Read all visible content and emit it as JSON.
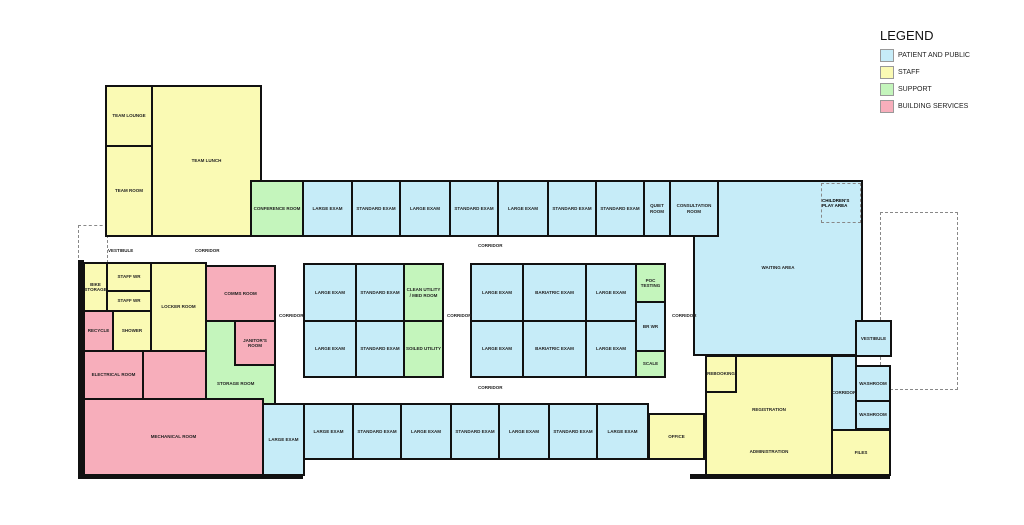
{
  "legend": {
    "title": "LEGEND",
    "items": [
      {
        "label": "PATIENT AND PUBLIC",
        "color": "#c6ecf8"
      },
      {
        "label": "STAFF",
        "color": "#fafab4"
      },
      {
        "label": "SUPPORT",
        "color": "#c4f5bc"
      },
      {
        "label": "BUILDING SERVICES",
        "color": "#f7aebb"
      }
    ]
  },
  "rooms": {
    "team_lounge": "TEAM LOUNGE",
    "team_room": "TEAM ROOM",
    "team_lunch": "TEAM LUNCH",
    "conference": "CONFERENCE ROOM",
    "t1": "LARGE EXAM",
    "t2": "STANDARD EXAM",
    "t3": "LARGE EXAM",
    "t4": "STANDARD EXAM",
    "t5": "LARGE EXAM",
    "t6": "STANDARD EXAM",
    "t7": "STANDARD EXAM",
    "quiet": "QUIET ROOM",
    "consult": "CONSULTATION ROOM",
    "waiting": "WAITING AREA",
    "play": "CHILDREN'S PLAY AREA",
    "vestibule_w": "VESTIBULE",
    "corridor_w": "CORRIDOR",
    "corridor_top": "CORRIDOR",
    "bike": "BIKE STORAGE",
    "staff_wr1": "STAFF WR",
    "staff_wr2": "STAFF WR",
    "locker": "LOCKER ROOM",
    "recycle": "RECYCLE",
    "shower": "SHOWER",
    "comms": "COMMS ROOM",
    "janitor": "JANITOR'S ROOM",
    "storage": "STORAGE ROOM",
    "electrical": "ELECTRICAL ROOM",
    "mechanical": "MECHANICAL ROOM",
    "m1": "LARGE EXAM",
    "m2": "STANDARD EXAM",
    "clean": "CLEAN UTILITY / MED ROOM",
    "m3": "LARGE EXAM",
    "m4": "STANDARD EXAM",
    "soiled": "SOILED UTILITY",
    "n1": "LARGE EXAM",
    "n2": "BARIATRIC EXAM",
    "n3": "LARGE EXAM",
    "n4": "LARGE EXAM",
    "n5": "BARIATRIC EXAM",
    "n6": "LARGE EXAM",
    "poc": "POC TESTING",
    "brwr": "BR WR",
    "scale": "SCALE",
    "corr_a": "CORRIDOR",
    "corr_b": "CORRIDOR",
    "corr_c": "CORRIDOR",
    "corr_bottom": "CORRIDOR",
    "b0": "LARGE EXAM",
    "b1": "LARGE EXAM",
    "b2": "STANDARD EXAM",
    "b3": "LARGE EXAM",
    "b4": "STANDARD EXAM",
    "b5": "LARGE EXAM",
    "b6": "STANDARD EXAM",
    "b7": "LARGE EXAM",
    "office": "OFFICE",
    "rebooking": "REBOOKING",
    "registration": "REGISTRATION",
    "administration": "ADMINISTRATION",
    "corr_e": "CORRIDOR",
    "vestibule_e": "VESTIBULE",
    "washroom1": "WASHROOM",
    "washroom2": "WASHROOM",
    "files": "FILES"
  }
}
